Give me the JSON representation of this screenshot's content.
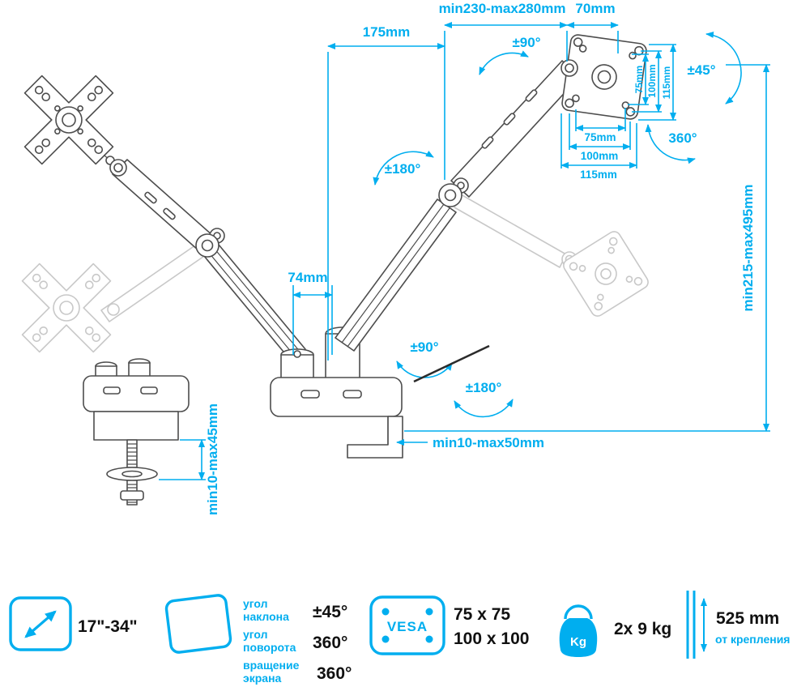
{
  "colors": {
    "accent": "#00aeef",
    "line_art": "#4d4d4d",
    "ghost": "#c8c8c8",
    "value_text": "#111111"
  },
  "dimensions": {
    "top_range": "min230-max280mm",
    "top_offset": "70mm",
    "reach": "175mm",
    "top_tilt": "±90°",
    "head_tilt": "±45°",
    "upper_swivel": "±180°",
    "vesa_v_75": "75mm",
    "vesa_v_100": "100mm",
    "vesa_v_115": "115mm",
    "vesa_h_75": "75mm",
    "vesa_h_100": "100mm",
    "vesa_h_115": "115mm",
    "head_rotation": "360°",
    "height_range": "min215-max495mm",
    "column_offset": "74mm",
    "base_swivel_90": "±90°",
    "base_swivel_180": "±180°",
    "desk_thickness": "min10-max50mm",
    "grommet_range": "min10-max45mm"
  },
  "specs": {
    "screen_size": "17\"-34\"",
    "angles": {
      "tilt_label_1": "угол",
      "tilt_label_2": "наклона",
      "tilt_value": "±45°",
      "swivel_label_1": "угол",
      "swivel_label_2": "поворота",
      "swivel_value": "360°",
      "rotation_label_1": "вращение",
      "rotation_label_2": "экрана",
      "rotation_value": "360°"
    },
    "vesa": {
      "label": "VESA",
      "size_1": "75 x 75",
      "size_2": "100 x 100"
    },
    "weight": {
      "unit": "Kg",
      "value": "2x 9 kg"
    },
    "mount": {
      "value": "525 mm",
      "label": "от крепления"
    }
  }
}
